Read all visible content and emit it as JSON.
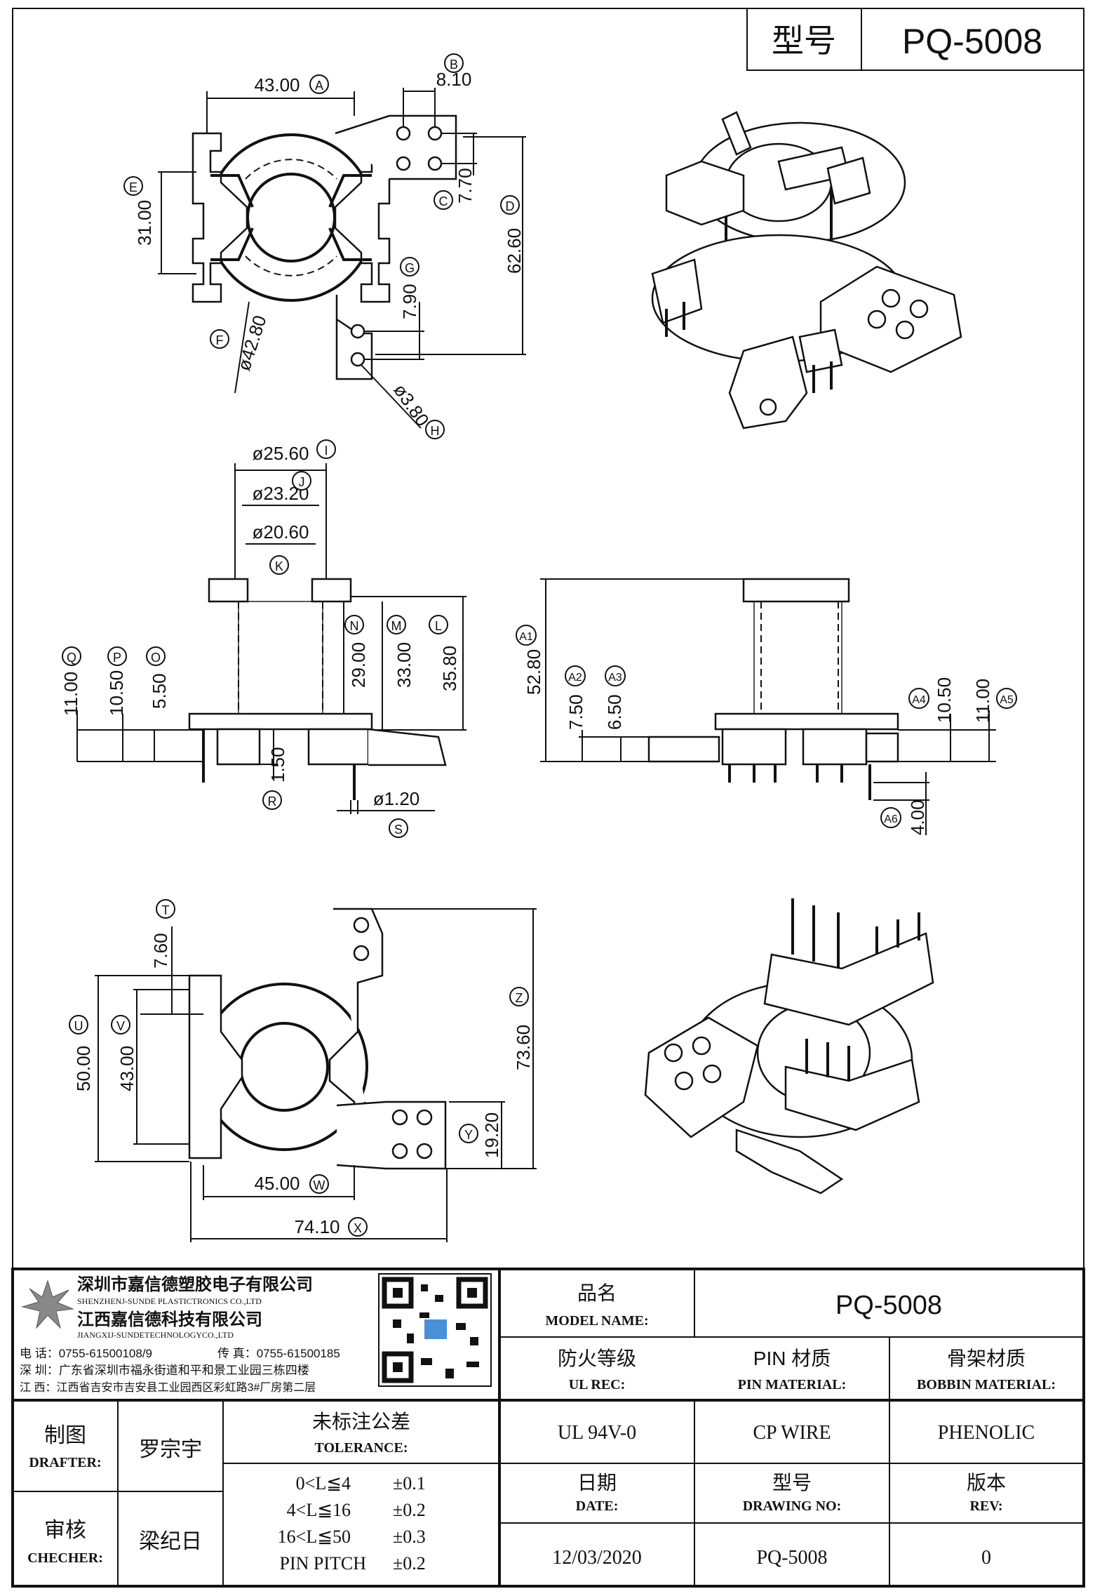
{
  "header": {
    "model_label": "型号",
    "model_value": "PQ-5008"
  },
  "top_view": {
    "dims": {
      "a": "43.00",
      "b": "8.10",
      "c": "7.70",
      "d": "62.60",
      "e": "31.00",
      "f": "ø42.80",
      "g": "7.90",
      "h": "ø3.80"
    }
  },
  "side_view": {
    "dims": {
      "i": "ø25.60",
      "j": "ø23.20",
      "k": "ø20.60",
      "l": "35.80",
      "m": "33.00",
      "n": "29.00",
      "o": "5.50",
      "p": "10.50",
      "q": "11.00",
      "r": "1.50",
      "s": "ø1.20"
    }
  },
  "front_view": {
    "dims": {
      "a1": "52.80",
      "a2": "7.50",
      "a3": "6.50",
      "a4": "10.50",
      "a5": "11.00",
      "a6": "4.00"
    }
  },
  "bottom_view": {
    "dims": {
      "t": "7.60",
      "u": "50.00",
      "v": "43.00",
      "w": "45.00",
      "x": "74.10",
      "y": "19.20",
      "z": "73.60"
    }
  },
  "letters": {
    "a": "A",
    "b": "B",
    "c": "C",
    "d": "D",
    "e": "E",
    "f": "F",
    "g": "G",
    "h": "H",
    "i": "I",
    "j": "J",
    "k": "K",
    "l": "L",
    "m": "M",
    "n": "N",
    "o": "O",
    "p": "P",
    "q": "Q",
    "r": "R",
    "s": "S",
    "t": "T",
    "u": "U",
    "v": "V",
    "w": "W",
    "x": "X",
    "y": "Y",
    "z": "Z",
    "a1": "A1",
    "a2": "A2",
    "a3": "A3",
    "a4": "A4",
    "a5": "A5",
    "a6": "A6"
  },
  "company": {
    "name_sz": "深圳市嘉信德塑胶电子有限公司",
    "name_sz_en": "SHENZHENJ-SUNDE PLASTICTRONICS CO.,LTD",
    "name_jx": "江西嘉信德科技有限公司",
    "name_jx_en": "JIANGXIJ-SUNDETECHNOLOGYCO.,LTD",
    "tel": "电 话：0755-61500108/9",
    "fax": "传 真：0755-61500185",
    "addr_sz": "深 圳：广东省深圳市福永街道和平和景工业园三栋四楼",
    "addr_jx": "江 西：江西省吉安市吉安县工业园西区彩虹路3#厂房第二层"
  },
  "title_block": {
    "model_name_cn": "品名",
    "model_name_en": "MODEL NAME:",
    "model_name_value": "PQ-5008",
    "ul_cn": "防火等级",
    "ul_en": "UL REC:",
    "pin_cn": "PIN 材质",
    "pin_en": "PIN MATERIAL:",
    "bobbin_cn": "骨架材质",
    "bobbin_en": "BOBBIN MATERIAL:",
    "ul_value": "UL 94V-0",
    "pin_value": "CP WIRE",
    "bobbin_value": "PHENOLIC",
    "drafter_cn": "制图",
    "drafter_en": "DRAFTER:",
    "drafter_name": "罗宗宇",
    "checker_cn": "审核",
    "checker_en": "CHECHER:",
    "checker_name": "梁纪日",
    "tolerance_cn": "未标注公差",
    "tolerance_en": "TOLERANCE:",
    "tolerances": [
      {
        "range": "0<L≦4",
        "value": "±0.1"
      },
      {
        "range": "4<L≦16",
        "value": "±0.2"
      },
      {
        "range": "16<L≦50",
        "value": "±0.3"
      },
      {
        "range": "PIN PITCH",
        "value": "±0.2"
      }
    ],
    "date_cn": "日期",
    "date_en": "DATE:",
    "date_value": "12/03/2020",
    "drawing_cn": "型号",
    "drawing_en": "DRAWING NO:",
    "drawing_value": "PQ-5008",
    "rev_cn": "版本",
    "rev_en": "REV:",
    "rev_value": "0"
  }
}
